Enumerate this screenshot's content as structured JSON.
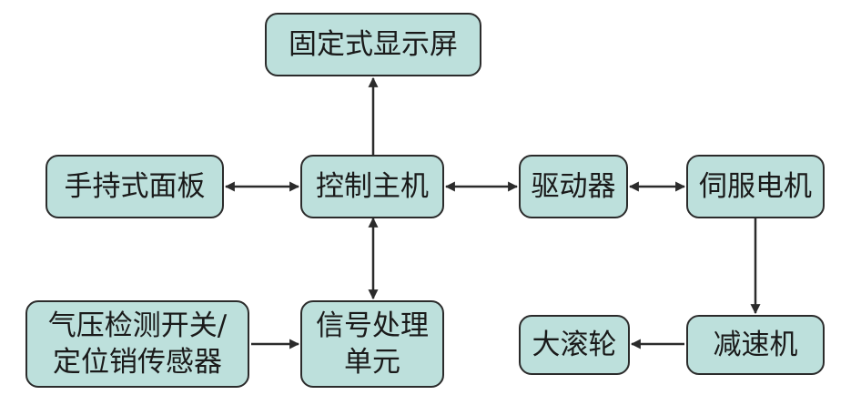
{
  "diagram": {
    "colors": {
      "box_fill": "#bde0dc",
      "stroke": "#2b2b2b"
    },
    "nodes": {
      "display": {
        "label": "固定式显示屏"
      },
      "handheld": {
        "label": "手持式面板"
      },
      "host": {
        "label": "控制主机"
      },
      "driver": {
        "label": "驱动器"
      },
      "servo": {
        "label": "伺服电机"
      },
      "sensor": {
        "line1": "气压检测开关/",
        "line2": "定位销传感器"
      },
      "signal": {
        "line1": "信号处理",
        "line2": "单元"
      },
      "reducer": {
        "label": "减速机"
      },
      "roller": {
        "label": "大滚轮"
      }
    },
    "edges": [
      {
        "from": "host",
        "to": "display",
        "direction": "forward"
      },
      {
        "from": "handheld",
        "to": "host",
        "direction": "both"
      },
      {
        "from": "host",
        "to": "driver",
        "direction": "both"
      },
      {
        "from": "driver",
        "to": "servo",
        "direction": "both"
      },
      {
        "from": "host",
        "to": "signal",
        "direction": "both"
      },
      {
        "from": "sensor",
        "to": "signal",
        "direction": "forward"
      },
      {
        "from": "servo",
        "to": "reducer",
        "direction": "forward"
      },
      {
        "from": "reducer",
        "to": "roller",
        "direction": "forward"
      }
    ]
  }
}
